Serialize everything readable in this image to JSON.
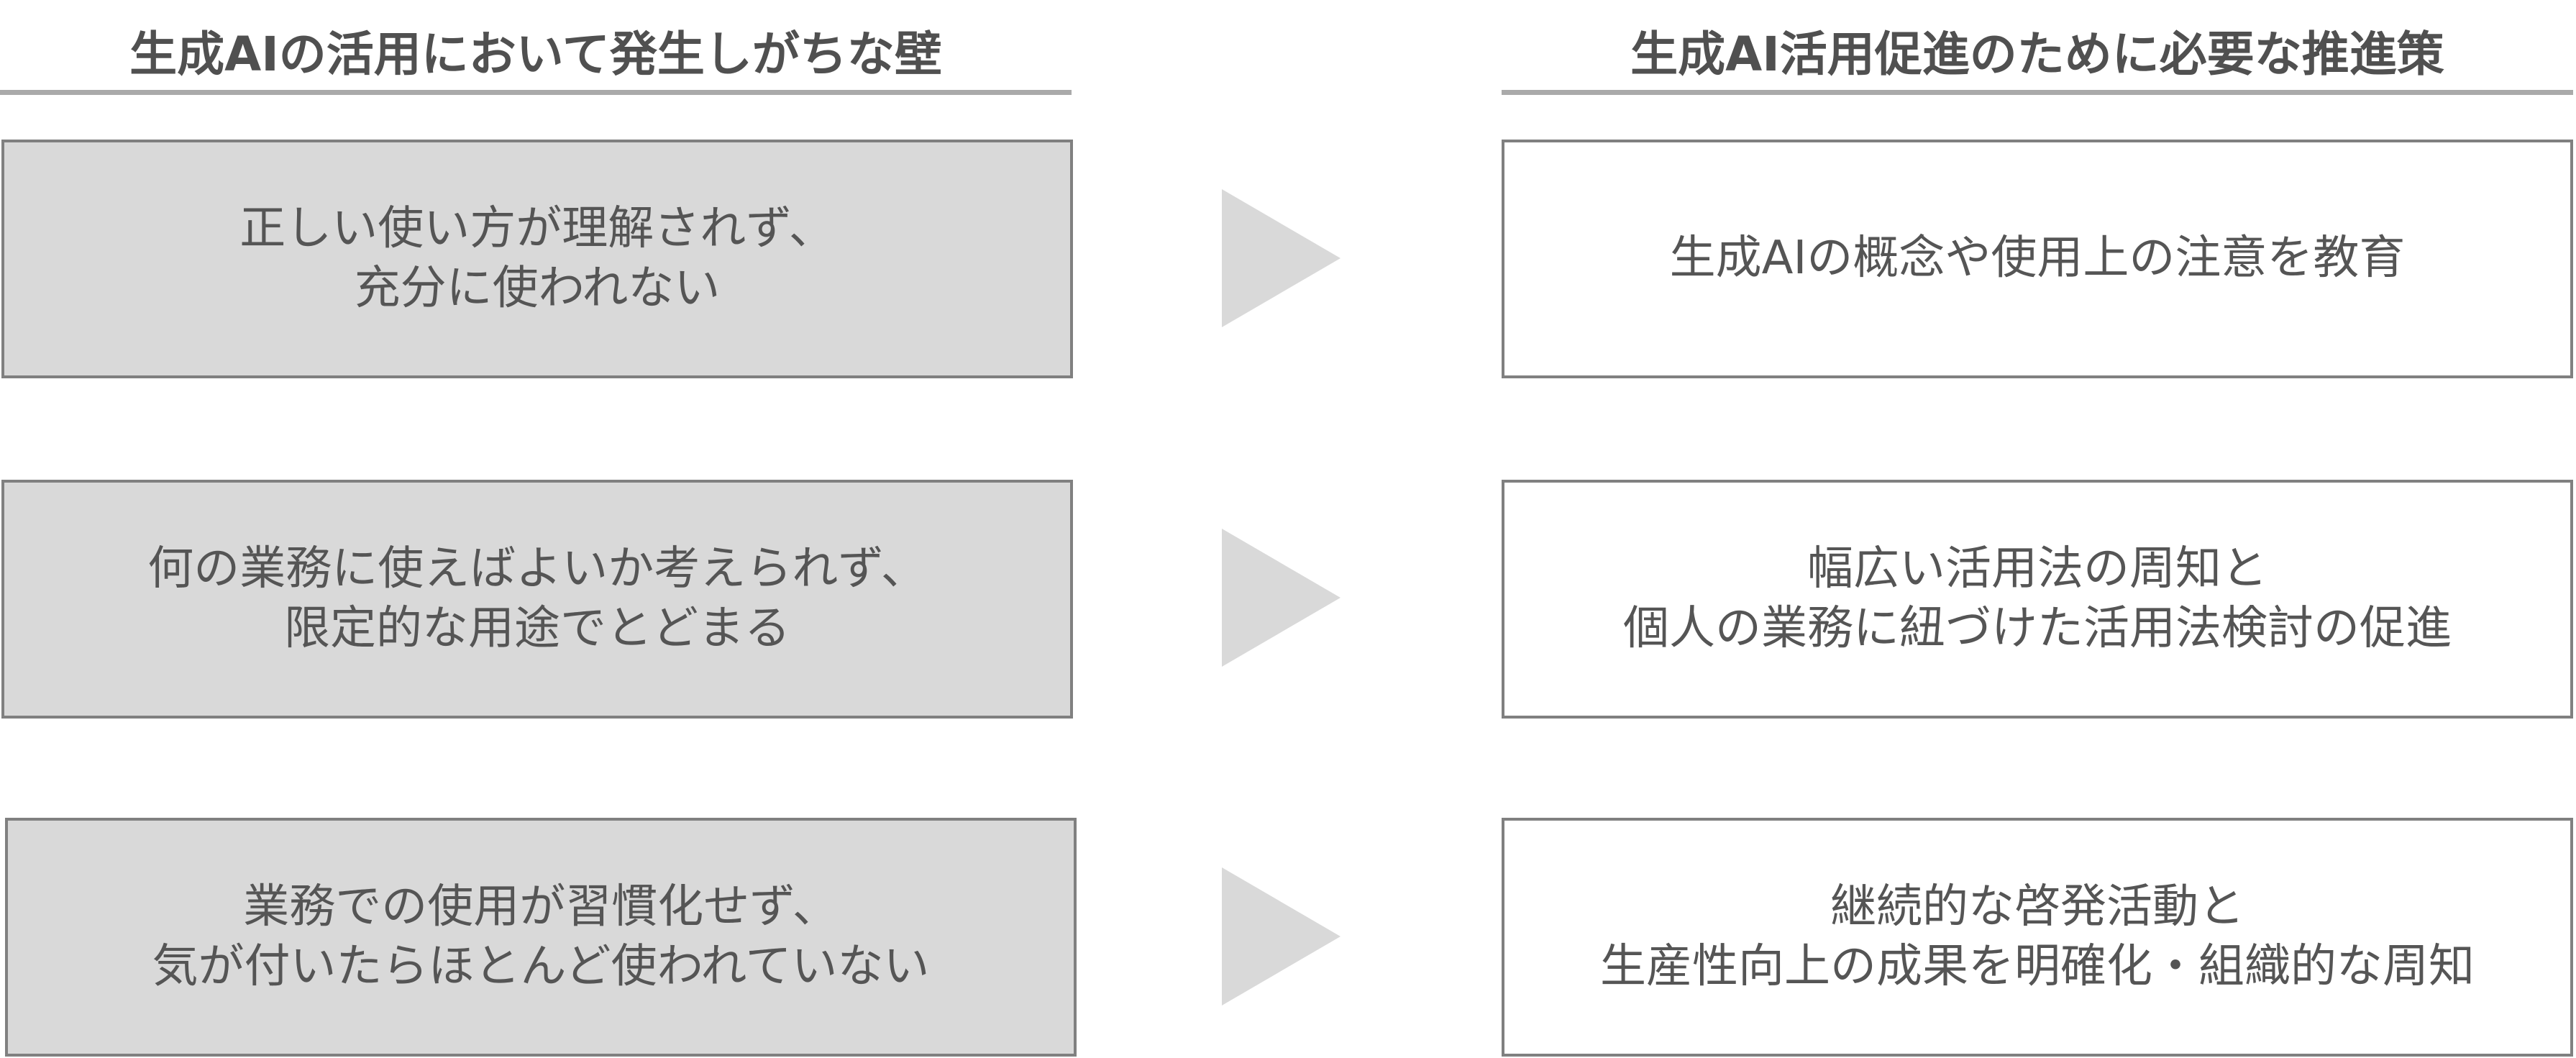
{
  "left_header": "生成AIの活用において発生しがちな壁",
  "right_header": "生成AI活用促進のために必要な推進策",
  "rows": [
    {
      "barrier": [
        "正しい使い方が理解されず、",
        "充分に使われない"
      ],
      "measure": [
        "生成AIの概念や使用上の注意を教育"
      ]
    },
    {
      "barrier": [
        "何の業務に使えばよいか考えられず、",
        "限定的な用途でとどまる"
      ],
      "measure": [
        "幅広い活用法の周知と",
        "個人の業務に紐づけた活用法検討の促進"
      ]
    },
    {
      "barrier": [
        "業務での使用が習慣化せず、",
        "気が付いたらほとんど使われていない"
      ],
      "measure": [
        "継続的な啓発活動と",
        "生産性向上の成果を明確化・組織的な周知"
      ]
    }
  ],
  "colors": {
    "barrier_fill": "#d9d9d9",
    "border": "#808080",
    "arrow": "#d9d9d9",
    "header_line": "#aaaaaa"
  }
}
